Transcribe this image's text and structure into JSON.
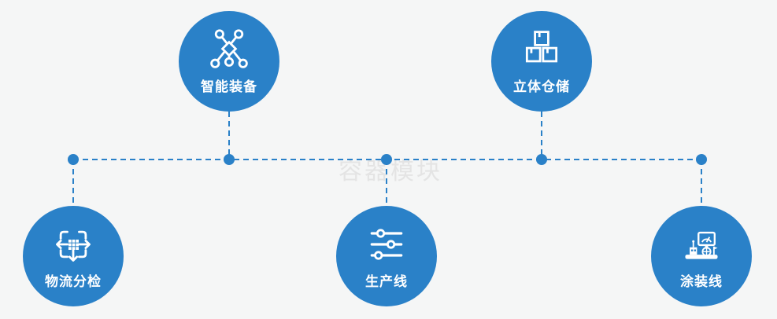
{
  "watermark": "容器模块",
  "colors": {
    "accent": "#2a81c8",
    "background": "#f5f6f6",
    "watermark": "#d9d9d9",
    "icon": "#ffffff"
  },
  "nodes": [
    {
      "label": "智能装备",
      "icon": "network-nodes-icon",
      "row": "top"
    },
    {
      "label": "立体仓储",
      "icon": "stacked-boxes-icon",
      "row": "top"
    },
    {
      "label": "物流分检",
      "icon": "distribution-arrows-icon",
      "row": "bottom"
    },
    {
      "label": "生产线",
      "icon": "sliders-icon",
      "row": "bottom"
    },
    {
      "label": "涂装线",
      "icon": "control-station-icon",
      "row": "bottom"
    }
  ]
}
